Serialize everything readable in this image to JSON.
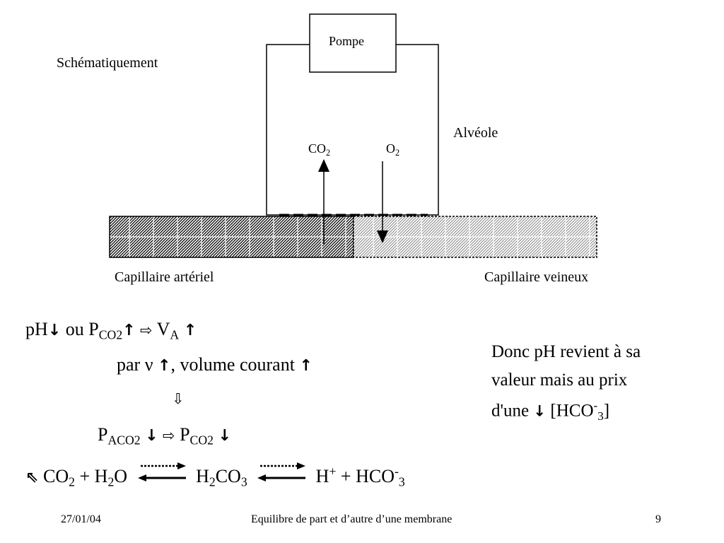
{
  "diagram": {
    "schema_label": "Schématiquement",
    "pump_label": "Pompe",
    "alveole_label": "Alvéole",
    "co2_label": "CO",
    "co2_sub": "2",
    "o2_label": "O",
    "o2_sub": "2",
    "capillary_arterial": "Capillaire artériel",
    "capillary_venous": "Capillaire veineux"
  },
  "formulas": {
    "line1": {
      "ph": "pH",
      "ou_p": "ou P",
      "co2_sub": "CO2",
      "v": "V",
      "a_sub": "A"
    },
    "line2": {
      "par": "par ν",
      "volume": ", volume courant"
    },
    "line4": {
      "p": "P",
      "aco2_sub": "ACO2",
      "p2": "P",
      "co2_sub": "CO2"
    },
    "equation": {
      "co2": "CO",
      "co2_sub": "2",
      "plus1": " + H",
      "h2_sub": "2",
      "o": "O",
      "h": "H",
      "h_sub": "2",
      "co": "CO",
      "co3_sub": "3",
      "hplus": "H",
      "hplus_sup": "+",
      "plus2": " + HCO",
      "hco_sup": "-",
      "hco_sub": "3"
    }
  },
  "conclusion": {
    "line1": "Donc pH revient à sa",
    "line2": "valeur mais au prix",
    "line3_a": "d'une ",
    "line3_b": " [HCO",
    "sup": "-",
    "sub": "3",
    "close": "]"
  },
  "footer": {
    "date": "27/01/04",
    "title": "Equilibre de part et d’autre d’une membrane",
    "page": "9"
  },
  "icons": {
    "down_arrow": "↓",
    "up_arrow": "↑",
    "white_right_arrow": "⇨",
    "white_down_arrow": "⇩",
    "up_left_arrow": "⇖"
  }
}
